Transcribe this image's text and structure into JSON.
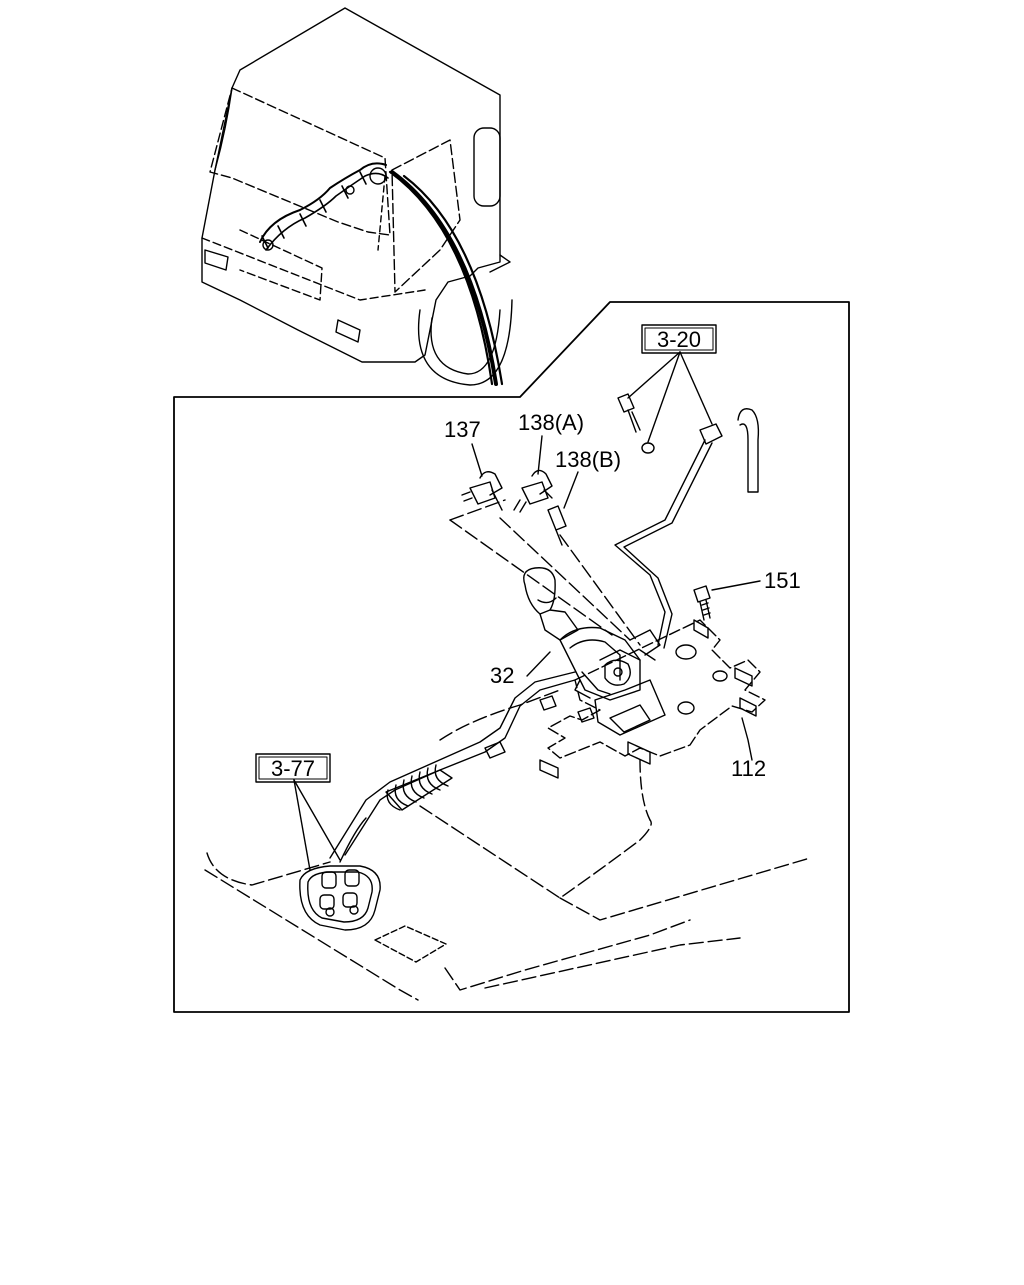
{
  "diagram": {
    "ink_color": "#000000",
    "background_color": "#ffffff",
    "callouts": {
      "part_137": "137",
      "part_138a": "138(A)",
      "part_138b": "138(B)",
      "part_151": "151",
      "part_32": "32",
      "part_112": "112"
    },
    "references": {
      "ref_3_20": "3-20",
      "ref_3_77": "3-77"
    }
  }
}
